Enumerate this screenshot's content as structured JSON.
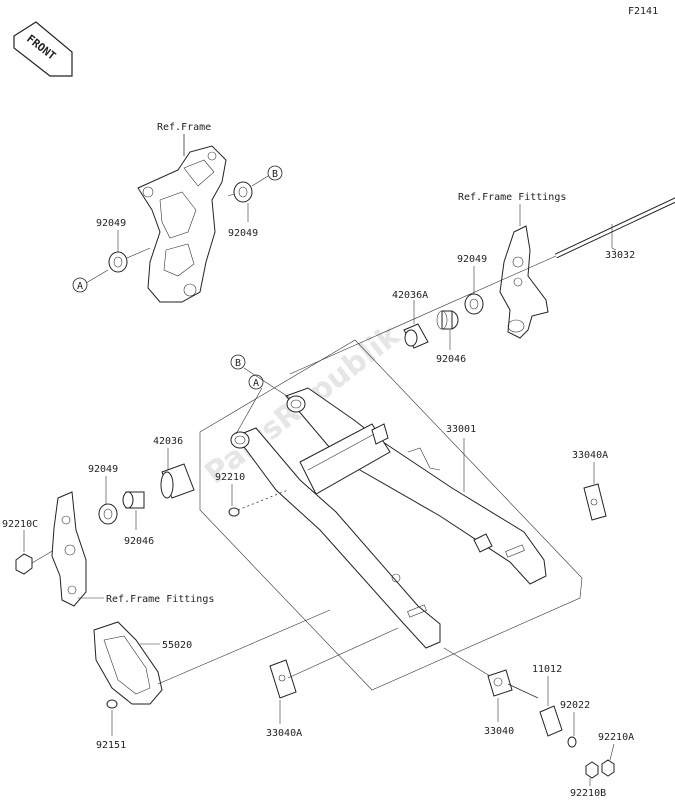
{
  "diagram_code": "F2141",
  "front_label": "FRONT",
  "watermark": "PartsRepublik",
  "callouts": {
    "a": "A",
    "b": "B"
  },
  "refs": {
    "frame": "Ref.Frame",
    "frame_fittings_top": "Ref.Frame Fittings",
    "frame_fittings_bottom": "Ref.Frame Fittings"
  },
  "part_numbers": {
    "p92049_left": "92049",
    "p92049_right": "92049",
    "p92049_upper": "92049",
    "p92049_lower": "92049",
    "p33032": "33032",
    "p42036A": "42036A",
    "p92046_upper": "92046",
    "p92046_lower": "92046",
    "p33001": "33001",
    "p33040A_right": "33040A",
    "p33040A_bottom": "33040A",
    "p42036": "42036",
    "p92210": "92210",
    "p92210C": "92210C",
    "p55020": "55020",
    "p92151": "92151",
    "p33040": "33040",
    "p11012": "11012",
    "p92022": "92022",
    "p92210A": "92210A",
    "p92210B": "92210B"
  }
}
